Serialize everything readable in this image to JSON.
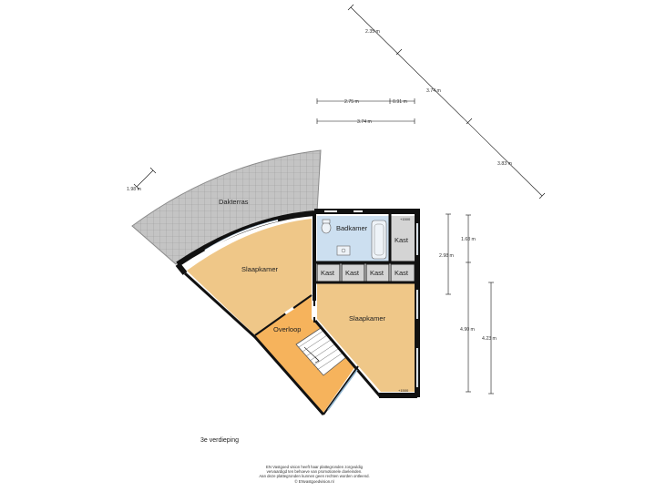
{
  "rooms": {
    "dakterras": "Dakterras",
    "badkamer": "Badkamer",
    "kast_top": "Kast",
    "slaapkamer_left": "Slaapkamer",
    "slaapkamer_right": "Slaapkamer",
    "overloop": "Overloop",
    "kast_row": [
      "Kast",
      "Kast",
      "Kast",
      "Kast"
    ]
  },
  "height_marks": {
    "top_right": "+1500",
    "bottom_right": "+1500"
  },
  "dimensions": {
    "d_235": "2.35 m",
    "d_374_diag": "3.74 m",
    "d_383": "3.83 m",
    "d_275": "2.75 m",
    "d_091": "0.91 m",
    "d_374_h": "3.74 m",
    "d_198": "1.98 m",
    "d_168": "1.68 m",
    "d_298": "2.98 m",
    "d_490": "4.90 m",
    "d_423": "4.23 m"
  },
  "floor_label": "3e verdieping",
  "disclaimer": [
    "EN Vastgoed vision heeft haar plattegronden zorgvuldig",
    "vervaardigd ten behoeve van promotionele doeleinden.",
    "Aan deze plattegronden kunnen geen rechten worden ontleend.",
    "© ENvastgoedvision.nl"
  ],
  "colors": {
    "terrace": "#c4c4c4",
    "bedroom": "#efc788",
    "landing": "#f6b35c",
    "bathroom": "#ccdff0",
    "closet": "#d4d4d4",
    "wall": "#111111"
  }
}
